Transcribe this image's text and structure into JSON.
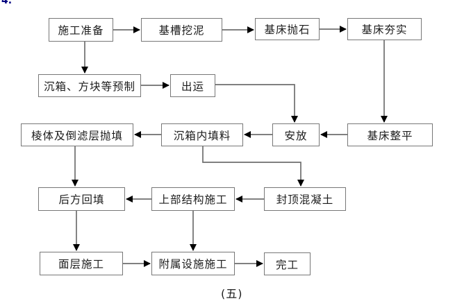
{
  "page": {
    "section_number": "4.",
    "caption": "(五)"
  },
  "flowchart": {
    "nodes": [
      {
        "id": "construction-preparation",
        "label": "施工准备"
      },
      {
        "id": "trench-dredging",
        "label": "基槽挖泥"
      },
      {
        "id": "bed-riprap",
        "label": "基床抛石"
      },
      {
        "id": "bed-compaction",
        "label": "基床夯实"
      },
      {
        "id": "caisson-block-precast",
        "label": "沉箱、方块等预制"
      },
      {
        "id": "transport-out",
        "label": "出运"
      },
      {
        "id": "prism-filter-layer-fill",
        "label": "棱体及倒滤层抛填"
      },
      {
        "id": "caisson-infill",
        "label": "沉箱内填料"
      },
      {
        "id": "placement",
        "label": "安放"
      },
      {
        "id": "bed-leveling",
        "label": "基床整平"
      },
      {
        "id": "rear-backfill",
        "label": "后方回填"
      },
      {
        "id": "superstructure-construction",
        "label": "上部结构施工"
      },
      {
        "id": "capping-concrete",
        "label": "封顶混凝土"
      },
      {
        "id": "surface-course-construction",
        "label": "面层施工"
      },
      {
        "id": "auxiliary-facilities-construction",
        "label": "附属设施施工"
      },
      {
        "id": "completion",
        "label": "完工"
      }
    ],
    "edges": [
      {
        "from": "construction-preparation",
        "to": "trench-dredging"
      },
      {
        "from": "trench-dredging",
        "to": "bed-riprap"
      },
      {
        "from": "bed-riprap",
        "to": "bed-compaction"
      },
      {
        "from": "construction-preparation",
        "to": "caisson-block-precast"
      },
      {
        "from": "caisson-block-precast",
        "to": "transport-out"
      },
      {
        "from": "transport-out",
        "to": "placement"
      },
      {
        "from": "bed-compaction",
        "to": "bed-leveling"
      },
      {
        "from": "bed-leveling",
        "to": "placement"
      },
      {
        "from": "placement",
        "to": "caisson-infill"
      },
      {
        "from": "caisson-infill",
        "to": "prism-filter-layer-fill"
      },
      {
        "from": "prism-filter-layer-fill",
        "to": "rear-backfill"
      },
      {
        "from": "caisson-infill",
        "to": "capping-concrete"
      },
      {
        "from": "capping-concrete",
        "to": "superstructure-construction"
      },
      {
        "from": "superstructure-construction",
        "to": "rear-backfill"
      },
      {
        "from": "rear-backfill",
        "to": "surface-course-construction"
      },
      {
        "from": "superstructure-construction",
        "to": "auxiliary-facilities-construction"
      },
      {
        "from": "surface-course-construction",
        "to": "auxiliary-facilities-construction"
      },
      {
        "from": "auxiliary-facilities-construction",
        "to": "completion"
      }
    ],
    "colors": {
      "box_border": "#777777",
      "line": "#6e6e6e",
      "arrowhead": "#000000",
      "text": "#1c1c1c",
      "section_number": "#00007f"
    }
  }
}
